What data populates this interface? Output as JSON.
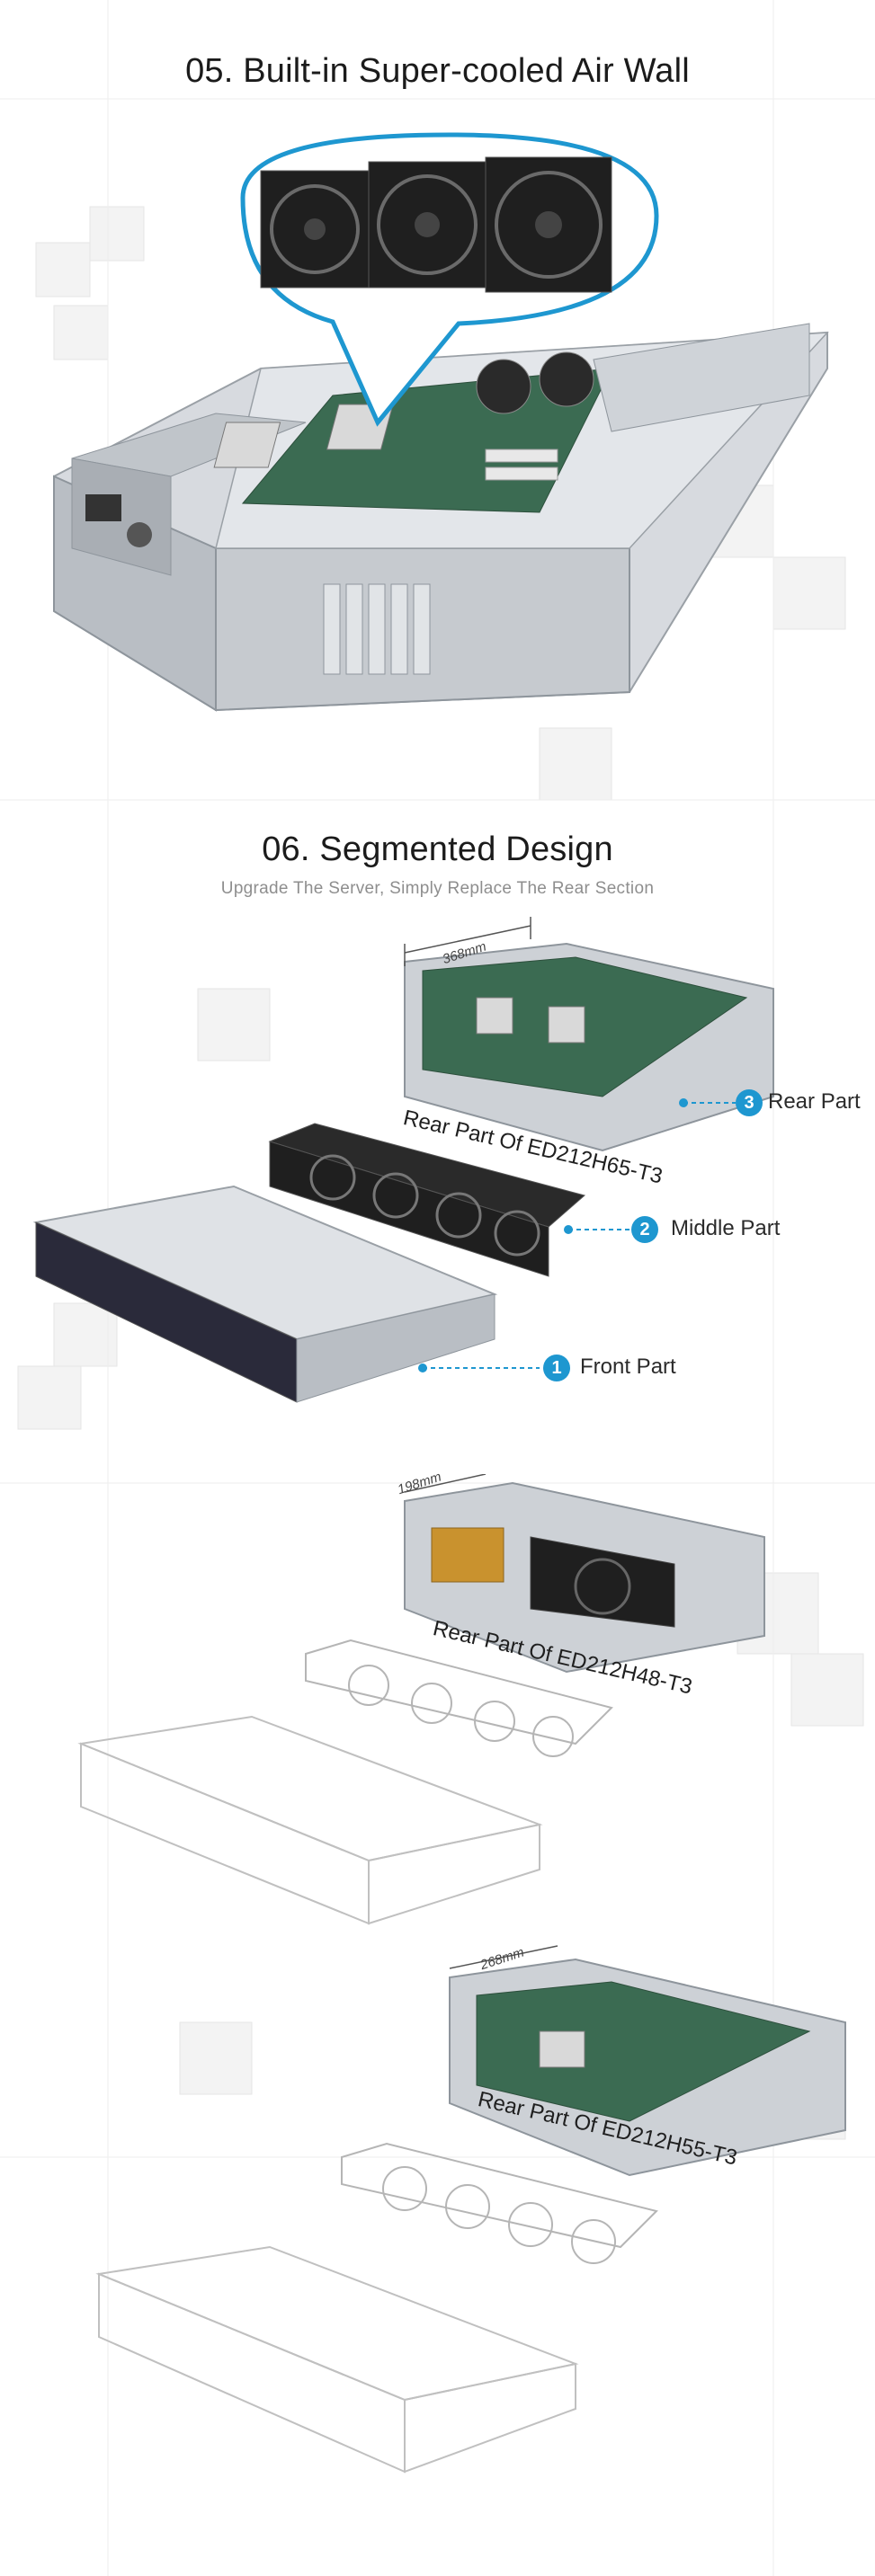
{
  "section05": {
    "title": "05. Built-in Super-cooled Air Wall"
  },
  "section06": {
    "title": "06.  Segmented Design",
    "subtitle": "Upgrade The Server, Simply Replace The Rear Section",
    "callouts": [
      {
        "num": "3",
        "label": "Rear Part"
      },
      {
        "num": "2",
        "label": "Middle Part"
      },
      {
        "num": "1",
        "label": "Front Part"
      }
    ],
    "variants": [
      {
        "caption": "Rear Part Of ED212H65-T3",
        "dimension": "368mm"
      },
      {
        "caption": "Rear Part Of ED212H48-T3",
        "dimension": "198mm"
      },
      {
        "caption": "Rear Part Of ED212H55-T3",
        "dimension": "268mm"
      }
    ]
  },
  "colors": {
    "accent": "#1e97d0",
    "chassis": "#c9cdd2",
    "chassis_dark": "#8e959c",
    "outline": "#b5b5b5"
  }
}
